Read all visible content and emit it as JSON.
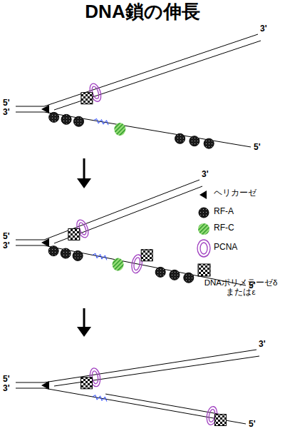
{
  "diagram": {
    "title": "DNA鎖の伸長",
    "labels": [
      "3'",
      "5'",
      "3'",
      "5'",
      "3'",
      "5'",
      "3'",
      "5'",
      "3'",
      "5'",
      "3'",
      "5'"
    ],
    "legend": [
      {
        "text": "ヘリカーゼ"
      },
      {
        "text": "RF-A"
      },
      {
        "text": "RF-C"
      },
      {
        "text": "PCNA"
      },
      {
        "text": "DNAポリメラーゼδ またはε"
      }
    ]
  }
}
